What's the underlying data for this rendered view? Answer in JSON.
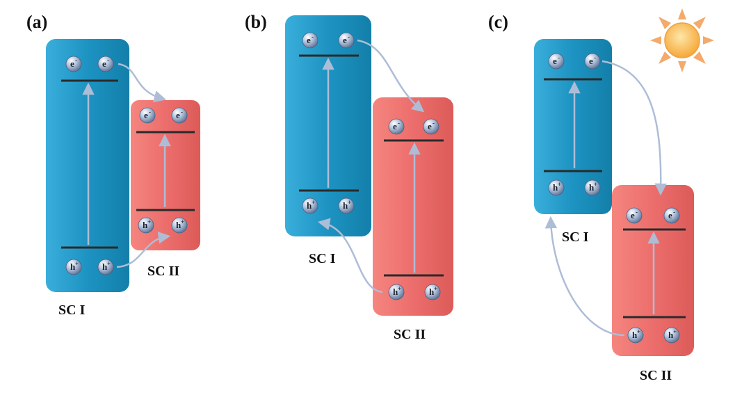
{
  "panels": [
    {
      "label": "(a)",
      "sc1_label": "SC I",
      "sc2_label": "SC II",
      "has_sun": false
    },
    {
      "label": "(b)",
      "sc1_label": "SC I",
      "sc2_label": "SC II",
      "has_sun": false
    },
    {
      "label": "(c)",
      "sc1_label": "SC I",
      "sc2_label": "SC II",
      "has_sun": true
    }
  ],
  "carriers": {
    "electron": {
      "base": "e",
      "sup": "-"
    },
    "hole": {
      "base": "h",
      "sup": "+"
    }
  },
  "colors": {
    "sc1": "#1e96c4",
    "sc2": "#ec6f6d",
    "band_line": "#2a2a2a",
    "arrow": "#b8c6de",
    "sun_core": "#f7b046",
    "sun_rays": "#f2a15a"
  },
  "icons": {
    "sun": "sun-icon"
  }
}
